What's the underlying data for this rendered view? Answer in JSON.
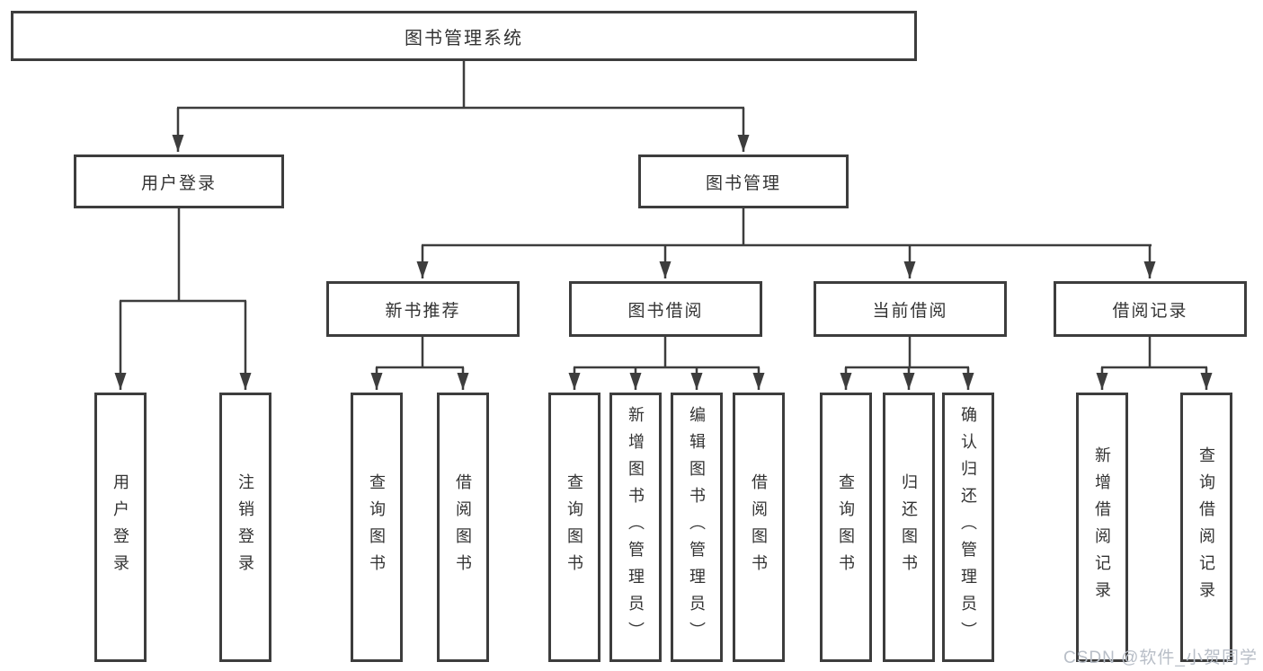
{
  "diagram": {
    "title": "图书管理系统",
    "root": {
      "label": "图书管理系统"
    },
    "level2": {
      "user_login": {
        "label": "用户登录"
      },
      "book_mgmt": {
        "label": "图书管理"
      }
    },
    "level3": {
      "new_book_rec": {
        "label": "新书推荐"
      },
      "book_borrow": {
        "label": "图书借阅"
      },
      "current_borrow": {
        "label": "当前借阅"
      },
      "borrow_records": {
        "label": "借阅记录"
      }
    },
    "leaves": {
      "user_login": {
        "label": "用户登录"
      },
      "logout": {
        "label": "注销登录"
      },
      "rec_query_books": {
        "label": "查询图书"
      },
      "rec_borrow_books": {
        "label": "借阅图书"
      },
      "bb_query_books": {
        "label": "查询图书"
      },
      "bb_add_books": {
        "label": "新增图书（管理员）"
      },
      "bb_edit_books": {
        "label": "编辑图书（管理员）"
      },
      "bb_borrow_books": {
        "label": "借阅图书"
      },
      "cb_query_books": {
        "label": "查询图书"
      },
      "cb_return_books": {
        "label": "归还图书"
      },
      "cb_confirm_return": {
        "label": "确认归还（管理员）"
      },
      "br_add_record": {
        "label": "新增借阅记录"
      },
      "br_query_record": {
        "label": "查询借阅记录"
      }
    }
  },
  "colors": {
    "line": "#3d3d3d",
    "box_border": "#3d3d3d",
    "text": "#333333",
    "watermark": "#b8bec7"
  },
  "watermark": {
    "text": "CSDN @软件_小贺同学"
  }
}
